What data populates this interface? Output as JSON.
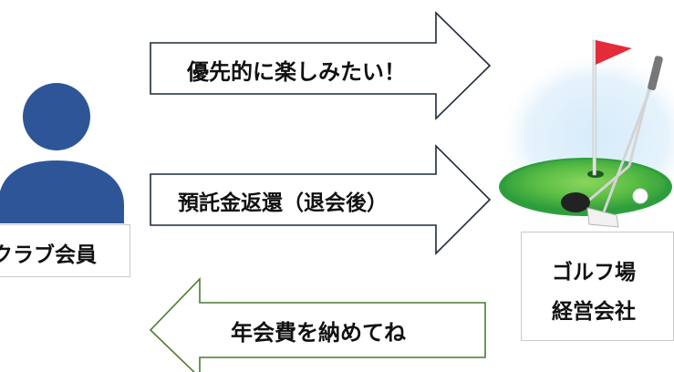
{
  "arrows": {
    "top": {
      "text": "優先的に楽しみたい！",
      "direction": "right",
      "border_color": "#1f2a3d"
    },
    "middle": {
      "text": "預託金返還（退会後）",
      "direction": "right",
      "border_color": "#1f2a3d"
    },
    "bottom": {
      "text": "年会費を納めてね",
      "direction": "left",
      "border_color": "#4e7a2f"
    }
  },
  "member": {
    "label": "クラブ会員",
    "icon": "person-icon",
    "color": "#2e5597"
  },
  "course": {
    "label_line1": "ゴルフ場",
    "label_line2": "経営会社",
    "icon": "golf-green-icon"
  },
  "colors": {
    "green": "#2ea03a",
    "green_light": "#7ccf55",
    "flag": "#e32b3a",
    "sky": "#cfe6f7"
  }
}
